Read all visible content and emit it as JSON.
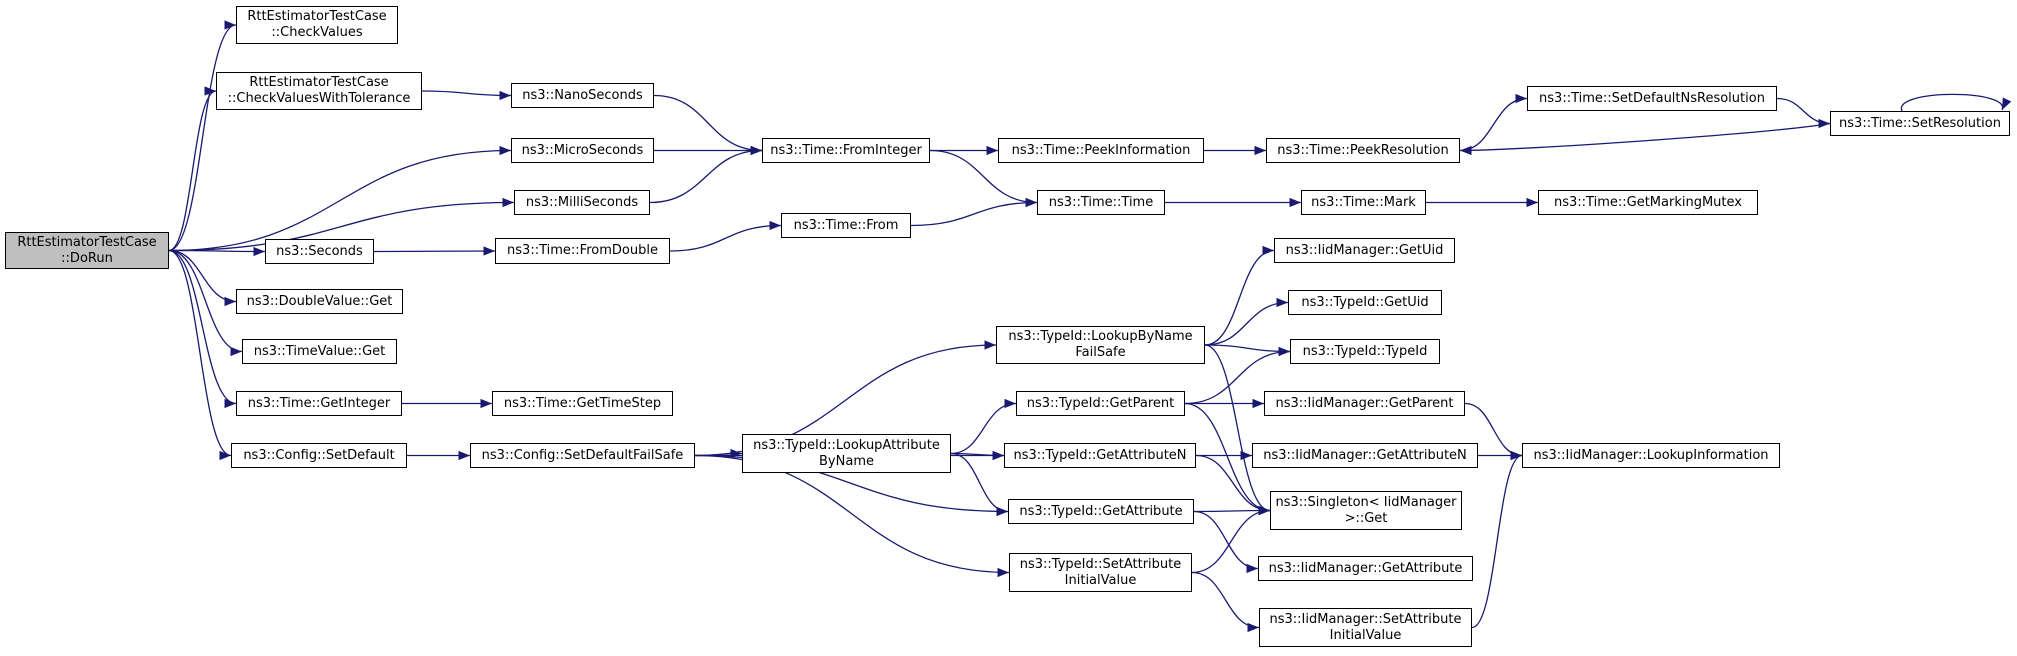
{
  "graph": {
    "edge_color": "#191970",
    "root_fill": "#bfbfbf",
    "nodes": [
      {
        "id": "dorun",
        "lines": [
          "RttEstimatorTestCase",
          "::DoRun"
        ],
        "root": true
      },
      {
        "id": "checkvalues",
        "lines": [
          "RttEstimatorTestCase",
          "::CheckValues"
        ]
      },
      {
        "id": "checkvaluestol",
        "lines": [
          "RttEstimatorTestCase",
          "::CheckValuesWithTolerance"
        ]
      },
      {
        "id": "nanoseconds",
        "lines": [
          "ns3::NanoSeconds"
        ]
      },
      {
        "id": "microseconds",
        "lines": [
          "ns3::MicroSeconds"
        ]
      },
      {
        "id": "milliseconds",
        "lines": [
          "ns3::MilliSeconds"
        ]
      },
      {
        "id": "seconds",
        "lines": [
          "ns3::Seconds"
        ]
      },
      {
        "id": "doublevalueget",
        "lines": [
          "ns3::DoubleValue::Get"
        ]
      },
      {
        "id": "timevalueget",
        "lines": [
          "ns3::TimeValue::Get"
        ]
      },
      {
        "id": "getinteger",
        "lines": [
          "ns3::Time::GetInteger"
        ]
      },
      {
        "id": "setdefault",
        "lines": [
          "ns3::Config::SetDefault"
        ]
      },
      {
        "id": "fromdouble",
        "lines": [
          "ns3::Time::FromDouble"
        ]
      },
      {
        "id": "gettimestep",
        "lines": [
          "ns3::Time::GetTimeStep"
        ]
      },
      {
        "id": "setdefaultfailsafe",
        "lines": [
          "ns3::Config::SetDefaultFailSafe"
        ]
      },
      {
        "id": "frominteger",
        "lines": [
          "ns3::Time::FromInteger"
        ]
      },
      {
        "id": "from",
        "lines": [
          "ns3::Time::From"
        ]
      },
      {
        "id": "lookupattributebyname",
        "lines": [
          "ns3::TypeId::LookupAttribute",
          "ByName"
        ]
      },
      {
        "id": "peekinformation",
        "lines": [
          "ns3::Time::PeekInformation"
        ]
      },
      {
        "id": "time",
        "lines": [
          "ns3::Time::Time"
        ]
      },
      {
        "id": "lookupbynamefailsafe",
        "lines": [
          "ns3::TypeId::LookupByName",
          "FailSafe"
        ]
      },
      {
        "id": "getparent",
        "lines": [
          "ns3::TypeId::GetParent"
        ]
      },
      {
        "id": "getattributen",
        "lines": [
          "ns3::TypeId::GetAttributeN"
        ]
      },
      {
        "id": "getattribute",
        "lines": [
          "ns3::TypeId::GetAttribute"
        ]
      },
      {
        "id": "setattributeinitialvalue",
        "lines": [
          "ns3::TypeId::SetAttribute",
          "InitialValue"
        ]
      },
      {
        "id": "peekresolution",
        "lines": [
          "ns3::Time::PeekResolution"
        ]
      },
      {
        "id": "mark",
        "lines": [
          "ns3::Time::Mark"
        ]
      },
      {
        "id": "setdefaultnsresolution",
        "lines": [
          "ns3::Time::SetDefaultNsResolution"
        ]
      },
      {
        "id": "setresolution",
        "lines": [
          "ns3::Time::SetResolution"
        ]
      },
      {
        "id": "getmarkingmutex",
        "lines": [
          "ns3::Time::GetMarkingMutex"
        ]
      },
      {
        "id": "iidgetuid",
        "lines": [
          "ns3::IidManager::GetUid"
        ]
      },
      {
        "id": "typeidgetuid",
        "lines": [
          "ns3::TypeId::GetUid"
        ]
      },
      {
        "id": "typeidtypeid",
        "lines": [
          "ns3::TypeId::TypeId"
        ]
      },
      {
        "id": "iidgetparent",
        "lines": [
          "ns3::IidManager::GetParent"
        ]
      },
      {
        "id": "iidgetattributen",
        "lines": [
          "ns3::IidManager::GetAttributeN"
        ]
      },
      {
        "id": "singletonget",
        "lines": [
          "ns3::Singleton< IidManager",
          " >::Get"
        ]
      },
      {
        "id": "iidgetattribute",
        "lines": [
          "ns3::IidManager::GetAttribute"
        ]
      },
      {
        "id": "iidsetattributeinitialvalue",
        "lines": [
          "ns3::IidManager::SetAttribute",
          "InitialValue"
        ]
      },
      {
        "id": "lookupinformation",
        "lines": [
          "ns3::IidManager::LookupInformation"
        ]
      }
    ],
    "edges": [
      [
        "dorun",
        "checkvalues"
      ],
      [
        "dorun",
        "checkvaluestol"
      ],
      [
        "dorun",
        "microseconds"
      ],
      [
        "dorun",
        "milliseconds"
      ],
      [
        "dorun",
        "seconds"
      ],
      [
        "dorun",
        "doublevalueget"
      ],
      [
        "dorun",
        "timevalueget"
      ],
      [
        "dorun",
        "getinteger"
      ],
      [
        "dorun",
        "setdefault"
      ],
      [
        "checkvaluestol",
        "nanoseconds"
      ],
      [
        "nanoseconds",
        "frominteger"
      ],
      [
        "microseconds",
        "frominteger"
      ],
      [
        "milliseconds",
        "frominteger"
      ],
      [
        "seconds",
        "fromdouble"
      ],
      [
        "fromdouble",
        "from"
      ],
      [
        "from",
        "time"
      ],
      [
        "frominteger",
        "peekinformation"
      ],
      [
        "frominteger",
        "time"
      ],
      [
        "peekinformation",
        "peekresolution"
      ],
      [
        "peekresolution",
        "setdefaultnsresolution"
      ],
      [
        "setdefaultnsresolution",
        "setresolution"
      ],
      [
        "setresolution",
        "peekresolution"
      ],
      [
        "setresolution",
        "setresolution"
      ],
      [
        "time",
        "mark"
      ],
      [
        "mark",
        "getmarkingmutex"
      ],
      [
        "getinteger",
        "gettimestep"
      ],
      [
        "setdefault",
        "setdefaultfailsafe"
      ],
      [
        "setdefaultfailsafe",
        "lookupbynamefailsafe"
      ],
      [
        "setdefaultfailsafe",
        "lookupattributebyname"
      ],
      [
        "setdefaultfailsafe",
        "getattributen"
      ],
      [
        "setdefaultfailsafe",
        "getattribute"
      ],
      [
        "setdefaultfailsafe",
        "setattributeinitialvalue"
      ],
      [
        "lookupattributebyname",
        "getparent"
      ],
      [
        "lookupattributebyname",
        "getattributen"
      ],
      [
        "lookupattributebyname",
        "getattribute"
      ],
      [
        "lookupbynamefailsafe",
        "iidgetuid"
      ],
      [
        "lookupbynamefailsafe",
        "typeidgetuid"
      ],
      [
        "lookupbynamefailsafe",
        "typeidtypeid"
      ],
      [
        "lookupbynamefailsafe",
        "singletonget"
      ],
      [
        "getparent",
        "typeidtypeid"
      ],
      [
        "getparent",
        "iidgetparent"
      ],
      [
        "getparent",
        "singletonget"
      ],
      [
        "getattributen",
        "iidgetattributen"
      ],
      [
        "getattributen",
        "singletonget"
      ],
      [
        "getattribute",
        "singletonget"
      ],
      [
        "getattribute",
        "iidgetattribute"
      ],
      [
        "setattributeinitialvalue",
        "singletonget"
      ],
      [
        "setattributeinitialvalue",
        "iidsetattributeinitialvalue"
      ],
      [
        "iidgetparent",
        "lookupinformation"
      ],
      [
        "iidgetattributen",
        "lookupinformation"
      ],
      [
        "iidsetattributeinitialvalue",
        "lookupinformation"
      ]
    ]
  }
}
